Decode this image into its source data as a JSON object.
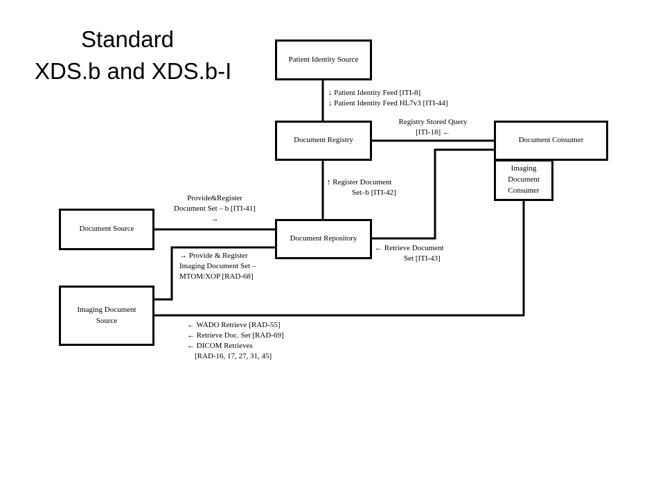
{
  "title": {
    "line1": "Standard",
    "line2": "XDS.b and XDS.b-I"
  },
  "actors": {
    "patient_identity_source": "Patient Identity Source",
    "document_registry": "Document Registry",
    "document_consumer": "Document Consumer",
    "imaging_document_consumer": [
      "Imaging",
      "Document",
      "Consumer"
    ],
    "document_source": "Document Source",
    "document_repository": "Document Repository",
    "imaging_document_source": [
      "Imaging Document",
      "Source"
    ]
  },
  "transactions": {
    "patient_identity_feed": "↓  Patient Identity Feed [ITI-8]",
    "patient_identity_feed_hl7v3": "↓  Patient Identity Feed HL7v3 [ITI-44]",
    "registry_stored_query": [
      "Registry Stored Query",
      "[ITI-18] ←"
    ],
    "register_document_set": [
      "↑ Register Document",
      "Set–b [ITI-42]"
    ],
    "provide_register": [
      "Provide&Register",
      "Document Set – b [ITI-41]",
      "→"
    ],
    "retrieve_document_set": [
      "← Retrieve Document",
      "Set [ITI-43]"
    ],
    "provide_register_imaging": [
      "→ Provide & Register",
      "Imaging Document Set –",
      "MTOM/XOP [RAD-68]"
    ],
    "imaging_retrieves": [
      "← WADO Retrieve [RAD-55]",
      "← Retrieve Doc. Set [RAD-69]",
      "← DICOM  Retrieves",
      "    [RAD-16, 17, 27, 31, 45]"
    ]
  }
}
